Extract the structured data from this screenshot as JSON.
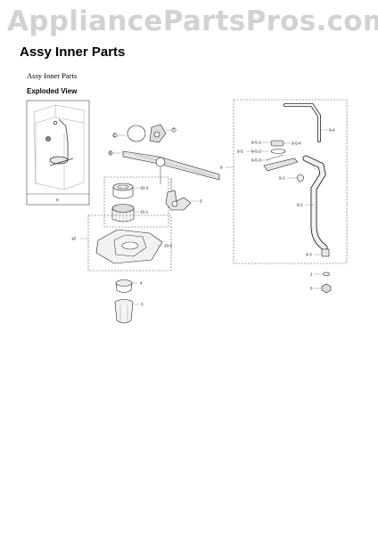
{
  "watermark": "AppliancePartsPros.com",
  "title": "Assy Inner Parts",
  "subtitle": "Assy Inner Parts",
  "section": "Exploded View",
  "callouts": {
    "box_a": "0",
    "gasket": "2",
    "clip": "7",
    "lower_arm": "8",
    "filter_top": "10-3",
    "filter_mid": "10-1",
    "holder": "5",
    "filter_assy": "10",
    "filter_plate": "10-2",
    "sump_ring": "4",
    "sump_cup": "3",
    "upper_group": "9",
    "arm_part1": "9-5-1",
    "arm_part2": "9-5-2",
    "arm_part3": "9-5-3",
    "arm_group": "9-5",
    "nozzle": "9-5-4",
    "upper_pipe": "9-4",
    "cap": "9-1",
    "duct": "9-2",
    "duct_end": "9-3",
    "washer": "1",
    "nut": "6"
  }
}
